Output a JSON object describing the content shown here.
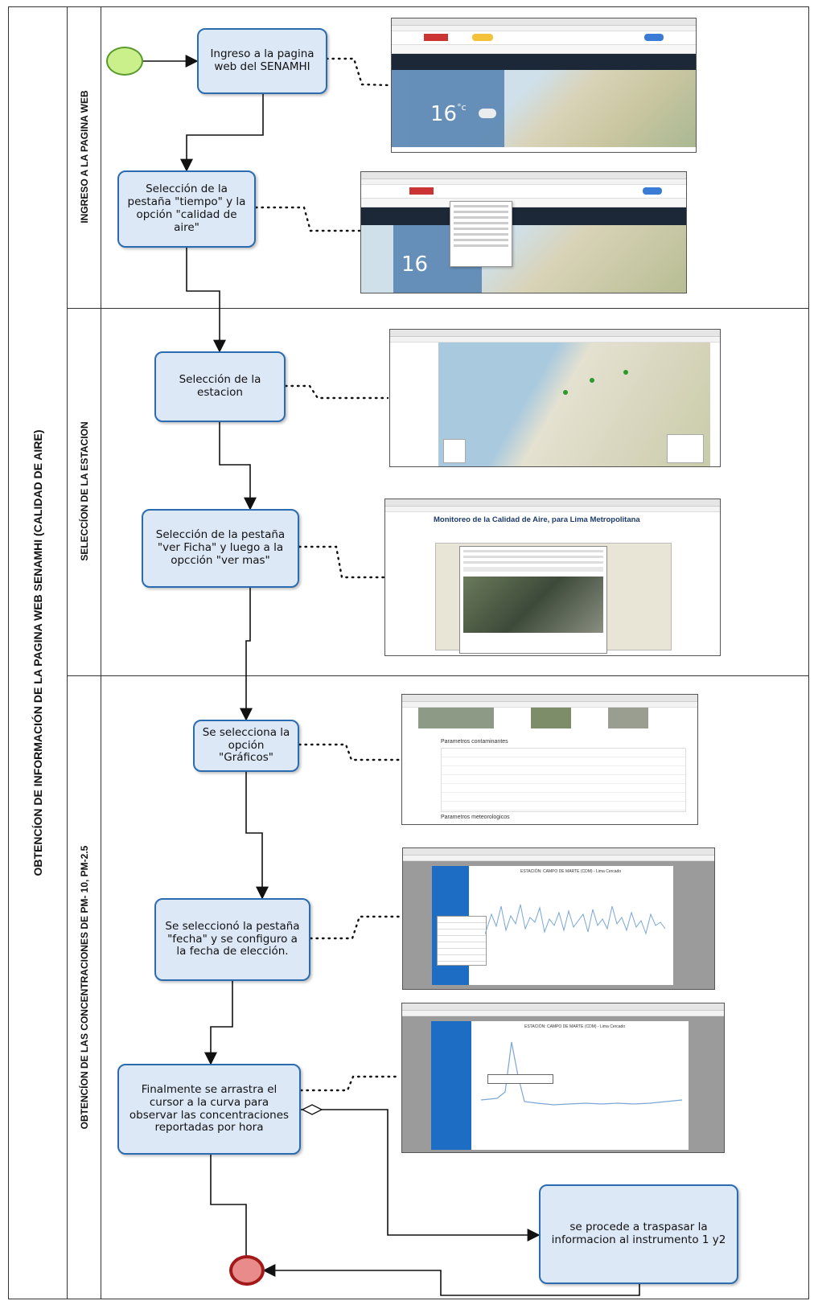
{
  "pool": {
    "title": "OBTENCÍON DE INFORMACIÓN DE LA PAGINA WEB SENAMHI (CALIDAD DE AIRE)"
  },
  "lanes": [
    {
      "label": "INGRESO  A LA PAGINA WEB"
    },
    {
      "label": "SELECCÍON DE LA ESTACION"
    },
    {
      "label": "OBTENCÍON DE LAS CONCENTRACIONES DE PM- 10, PM-2.5"
    }
  ],
  "tasks": [
    {
      "label": "Ingreso a la pagina web del SENAMHI"
    },
    {
      "label": "Selección de la pestaña \"tiempo\" y la opción \"calidad de aire\""
    },
    {
      "label": "Selección de la estacion"
    },
    {
      "label": "Selección de la  pestaña \"ver Ficha\" y luego a la opcción \"ver mas\""
    },
    {
      "label": "Se selecciona la opción \"Gráficos\""
    },
    {
      "label": "Se seleccionó la pestaña \"fecha\" y se configuro a la fecha de elección."
    },
    {
      "label": "Finalmente se arrastra el cursor a la curva para observar las concentraciones reportadas por hora"
    },
    {
      "label": "se procede a traspasar la informacion al instrumento 1 y2"
    }
  ],
  "screenshots": {
    "weather_temp": "16",
    "weather_unit": "°c",
    "station_title": "Monitoreo de la Calidad de Aire, para Lima Metropolitana",
    "params_title": "Parametros contaminantes",
    "meteo_title": "Parametros meteorologicos",
    "chart_title": "ESTACIÓN: CAMPO DE MARTE (CDM) - Lima Cercado"
  },
  "colors": {
    "task_fill": "#dde8f7",
    "task_border": "#2b6cb0",
    "start_fill": "#c9f08a",
    "start_border": "#5a9a2a",
    "end_fill": "#e98b8b",
    "end_border": "#a31818"
  }
}
